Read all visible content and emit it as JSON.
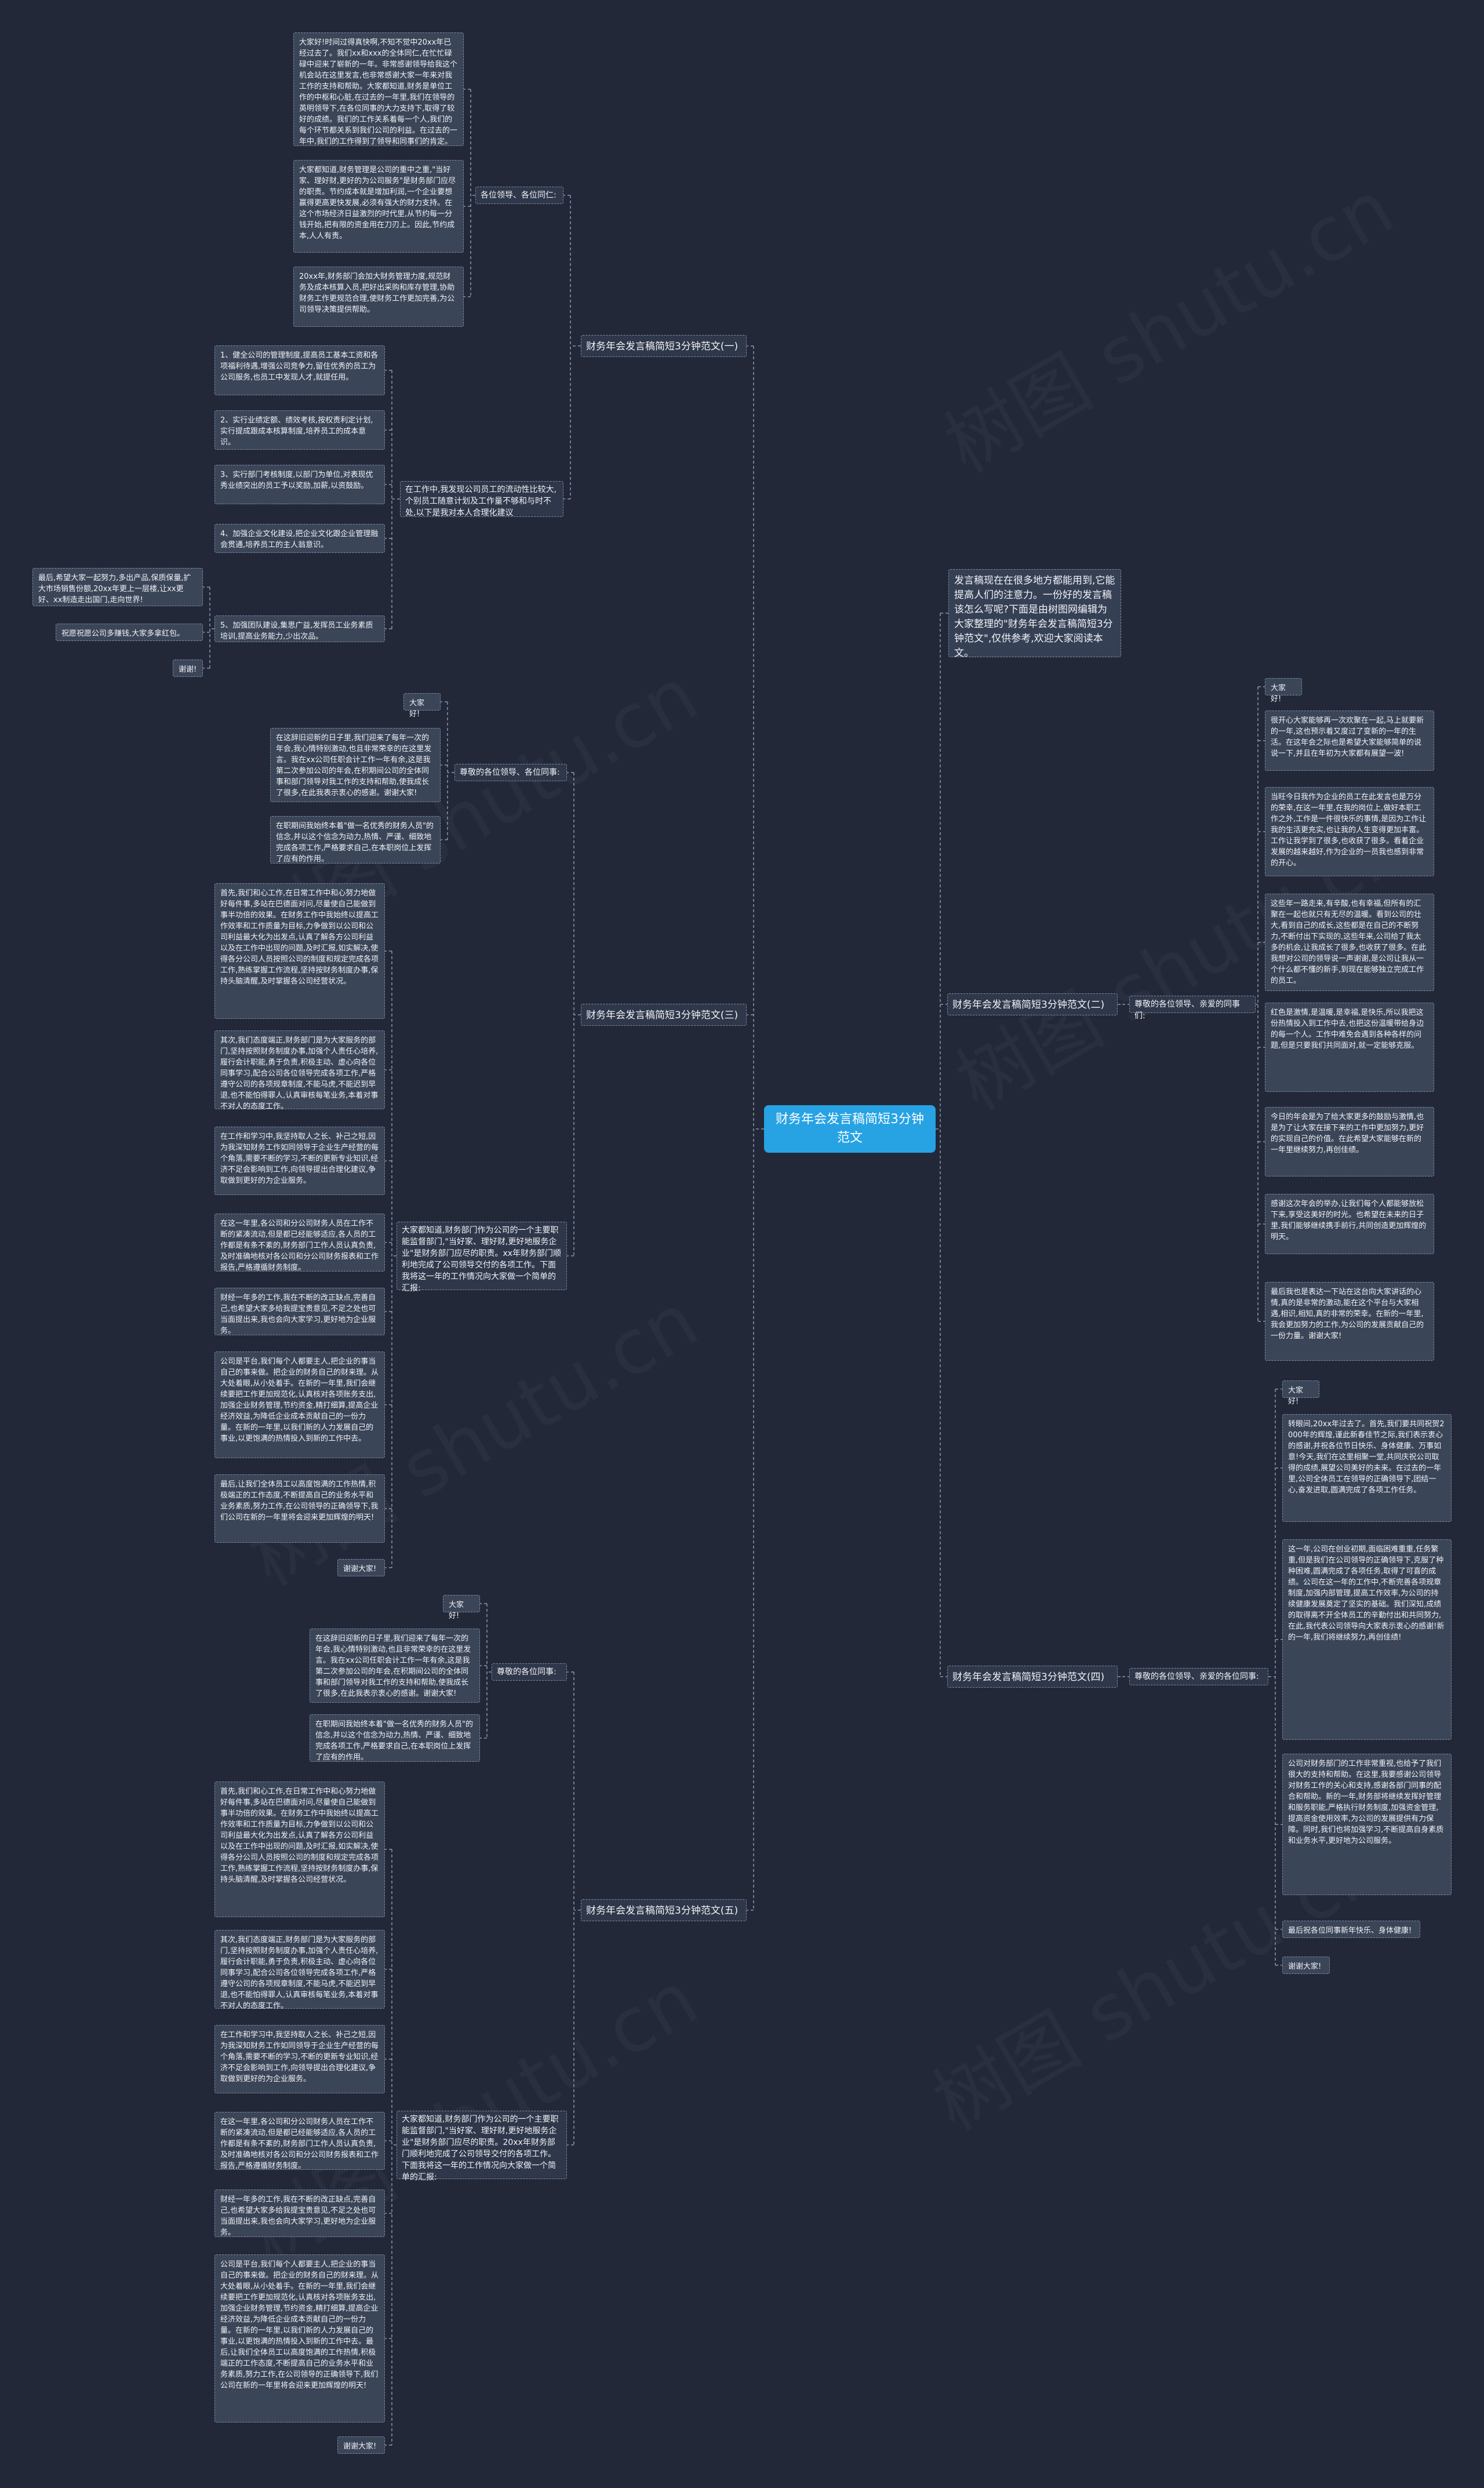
{
  "root": "财务年会发言稿简短3分钟范文",
  "intro": "发言稿现在在很多地方都能用到,它能提高人们的注意力。一份好的发言稿该怎么写呢?下面是由树图网编辑为大家整理的\"财务年会发言稿简短3分钟范文\",仅供参考,欢迎大家阅读本文。",
  "watermark": "树图 shutu.cn",
  "b1": {
    "title": "财务年会发言稿简短3分钟范文(一)",
    "g1": {
      "label": "各位领导、各位同仁:",
      "items": [
        "大家好!时间过得真快啊,不知不觉中20xx年已经过去了。我们xx和xxx的全体同仁,在忙忙碌碌中迎来了崭新的一年。非常感谢领导给我这个机会站在这里发言,也非常感谢大家一年来对我工作的支持和帮助。大家都知道,财务是单位工作的中枢和心脏,在过去的一年里,我们在领导的英明领导下,在各位同事的大力支持下,取得了较好的成绩。我们的工作关系着每一个人,我们的每个环节都关系到我们公司的利益。在过去的一年中,我们的工作得到了领导和同事们的肯定。",
        "大家都知道,财务管理是公司的重中之重,\"当好家、理好财,更好的为公司服务\"是财务部门应尽的职责。节约成本就是增加利润,一个企业要想赢得更高更快发展,必须有强大的财力支持。在这个市场经济日益激烈的时代里,从节约每一分钱开始,把有限的资金用在刀刃上。因此,节约成本,人人有责。",
        "20xx年,财务部门会加大财务管理力度,规范财务及成本核算入员,把好出采购和库存管理,协助财务工作更规范合理,使财务工作更加完善,为公司领导决策提供帮助。"
      ]
    },
    "g2": {
      "label": "在工作中,我发现公司员工的流动性比较大,个别员工随意计划及工作量不够和与时不处,以下是我对本人合理化建议",
      "items": [
        "1、健全公司的管理制度,提高员工基本工资和各项福利待遇,增强公司竞争力,留住优秀的员工为公司服务,也员工中发现人才,就提任用。",
        "2、实行业绩定额、绩效考核,按权责利定计划,实行提成跟成本核算制度,培养员工的成本意识。",
        "3、实行部门考核制度,以部门为单位,对表现优秀业绩突出的员工予以奖励,加薪,以资鼓励。",
        "4、加强企业文化建设,把企业文化跟企业管理融会贯通,培养员工的主人翁意识。",
        "5、加强团队建设,集思广益,发挥员工业务素质培训,提高业务能力,少出次品。"
      ],
      "sub": [
        "最后,希望大家一起努力,多出产品,保质保量,扩大市场销售份额,20xx年更上一层楼,让xx更好、xx制造走出国门,走向世界!",
        "祝愿祝愿公司多赚钱,大家多拿红包。",
        "谢谢!"
      ]
    }
  },
  "b2": {
    "title": "财务年会发言稿简短3分钟范文(二)",
    "label": "尊敬的各位领导、亲爱的同事们:",
    "items": [
      "大家好!",
      "很开心大家能够再一次欢聚在一起,马上就要新的一年,这也预示着又度过了变新的一年的生活。在这年会之际也是希望大家能够简单的说说一下,并且在年初为大家都有展望一波!",
      "当旺今日我作为企业的员工在此发言也是万分的荣幸,在这一年里,在我的岗位上,做好本职工作之外,工作是一件很快乐的事情,是因为工作让我的生活更充实,也让我的人生变得更加丰富。工作让我学到了很多,也收获了很多。看着企业发展的越来越好,作为企业的一员我也感到非常的开心。",
      "这些年一路走来,有辛酸,也有幸福,但所有的汇聚在一起也就只有无尽的温暖。看到公司的壮大,看到自己的成长,这些都是在自己的不断努力,不断付出下实现的,这些年来,公司给了我太多的机会,让我成长了很多,也收获了很多。在此我想对公司的领导说一声谢谢,是公司让我从一个什么都不懂的新手,到现在能够独立完成工作的员工。",
      "红色是激情,是温暖,是幸福,是快乐,所以我把这份热情投入到工作中去,也把这份温暖带给身边的每一个人。工作中难免会遇到各种各样的问题,但是只要我们共同面对,就一定能够克服。",
      "今日的年会是为了给大家更多的鼓励与激情,也是为了让大家在接下来的工作中更加努力,更好的实现自己的价值。在此希望大家能够在新的一年里继续努力,再创佳绩。",
      "感谢这次年会的举办,让我们每个人都能够放松下来,享受这美好的时光。也希望在未来的日子里,我们能够继续携手前行,共同创造更加辉煌的明天。",
      "最后我也是表达一下站在这台向大家讲话的心情,真的是非常的激动,能在这个平台与大家相遇,相识,相知,真的非常的荣幸。在新的一年里,我会更加努力的工作,为公司的发展贡献自己的一份力量。谢谢大家!"
    ]
  },
  "b3": {
    "title": "财务年会发言稿简短3分钟范文(三)",
    "g1": {
      "label": "尊敬的各位领导、各位同事:",
      "items": [
        "大家好!",
        "在这辞旧迎新的日子里,我们迎来了每年一次的年会,我心情特别激动,也且非常荣幸的在这里发言。我在xx公司任职会计工作一年有余,这是我第二次参加公司的年会,在积期间公司的全体同事和部门领导对我工作的支持和帮助,使我成长了很多,在此我表示衷心的感谢。谢谢大家!",
        "在职期间我始终本着\"做一名优秀的财务人员\"的信念,并以这个信念为动力,热情、严谨、细致地完成各项工作,严格要求自己,在本职岗位上发挥了应有的作用。"
      ]
    },
    "g2": {
      "label": "大家都知道,财务部门作为公司的一个主要职能监督部门,\"当好家、理好财,更好地服务企业\"是财务部门应尽的职责。xx年财务部门顺利地完成了公司领导交付的各项工作。下面我将这一年的工作情况向大家做一个简单的汇报:",
      "items": [
        "首先,我们和心工作,在日常工作中和心努力地做好每件事,多站在巴德面对问,尽量使自己能做到事半功倍的效果。在财务工作中我始终以提高工作效率和工作质量为目标,力争做到以公司和公司利益最大化为出发点,认真了解各方公司利益以及在工作中出现的问题,及时汇报,如实解决,使得各分公司人员按照公司的制度和规定完成各项工作,熟练掌握工作流程,坚持按财务制度办事,保持头脑清醒,及时掌握各公司经营状况。",
        "其次,我们态度端正,财务部门是为大家服务的部门,坚持按照财务制度办事,加强个人责任心培养,履行会计职能,勇于负责,积极主动、虚心向各位同事学习,配合公司各位领导完成各项工作,严格遵守公司的各项规章制度,不能马虎,不能迟到早退,也不能怕得罪人,认真审核每笔业务,本着对事不对人的态度工作。",
        "在工作和学习中,我坚持取人之长、补己之短,因为我深知财务工作如同领导于企业生产经营的每个角落,需要不断的学习,不断的更新专业知识,经济不足会影响到工作,向领导提出合理化建议,争取做到更好的为企业服务。",
        "在这一年里,各公司和分公司财务人员在工作不断的紧凑流动,但是都已经能够适应,各人员的工作都是有条不紊的,财务部门工作人员认真负责,及时准确地核对各公司和分公司财务报表和工作报告,严格遵循财务制度。",
        "财经一年多的工作,我在不断的改正缺点,完善自己,也希望大家多给我提宝贵意见,不足之处也可当面提出来,我也会向大家学习,更好地为企业服务。",
        "公司是平台,我们每个人都要主人,把企业的事当自己的事来做。把企业的财务自己的财来理。从大处着眼,从小处着手。在新的一年里,我们会继续要把工作更加规范化,认真核对各项账务支出,加强企业财务管理,节约资金,精打细算,提高企业经济效益,为降低企业成本贡献自己的一份力量。在新的一年里,以我们新的人力发展自己的事业,以更饱满的热情投入到新的工作中去。",
        "最后,让我们全体员工以高度饱满的工作热情,积极端正的工作态度,不断提高自己的业务水平和业务素质,努力工作,在公司领导的正确领导下,我们公司在新的一年里将会迎来更加辉煌的明天!",
        "谢谢大家!"
      ]
    }
  },
  "b4": {
    "title": "财务年会发言稿简短3分钟范文(四)",
    "label": "尊敬的各位领导、亲爱的各位同事:",
    "items": [
      "大家好!",
      "转眼间,20xx年过去了。首先,我们要共同祝贺2000年的辉煌,谨此新春佳节之际,我们表示衷心的感谢,并祝各位节日快乐、身体健康、万事如意!今天,我们在这里相聚一堂,共同庆祝公司取得的成绩,展望公司美好的未来。在过去的一年里,公司全体员工在领导的正确领导下,团结一心,奋发进取,圆满完成了各项工作任务。",
      "这一年,公司在创业初期,面临困难重重,任务繁重,但是我们在公司领导的正确领导下,克服了种种困难,圆满完成了各项任务,取得了可喜的成绩。公司在这一年的工作中,不断完善各项规章制度,加强内部管理,提高工作效率,为公司的持续健康发展奠定了坚实的基础。我们深知,成绩的取得离不开全体员工的辛勤付出和共同努力,在此,我代表公司领导向大家表示衷心的感谢!新的一年,我们将继续努力,再创佳绩!",
      "公司对财务部门的工作非常重视,也给予了我们很大的支持和帮助。在这里,我要感谢公司领导对财务工作的关心和支持,感谢各部门同事的配合和帮助。新的一年,财务部将继续发挥好管理和服务职能,严格执行财务制度,加强资金管理,提高资金使用效率,为公司的发展提供有力保障。同时,我们也将加强学习,不断提高自身素质和业务水平,更好地为公司服务。",
      "最后祝各位同事新年快乐、身体健康!",
      "谢谢大家!"
    ]
  },
  "b5": {
    "title": "财务年会发言稿简短3分钟范文(五)",
    "g1": {
      "label": "尊敬的各位同事:",
      "items": [
        "大家好!",
        "在这辞旧迎新的日子里,我们迎来了每年一次的年会,我心情特别激动,也且非常荣幸的在这里发言。我在xx公司任职会计工作一年有余,这是我第二次参加公司的年会,在积期间公司的全体同事和部门领导对我工作的支持和帮助,使我成长了很多,在此我表示衷心的感谢。谢谢大家!",
        "在职期间我始终本着\"做一名优秀的财务人员\"的信念,并以这个信念为动力,热情、严谨、细致地完成各项工作,严格要求自己,在本职岗位上发挥了应有的作用。"
      ]
    },
    "g2": {
      "label": "大家都知道,财务部门作为公司的一个主要职能监督部门,\"当好家、理好财,更好地服务企业\"是财务部门应尽的职责。20xx年财务部门顺利地完成了公司领导交付的各项工作。下面我将这一年的工作情况向大家做一个简单的汇报:",
      "items": [
        "首先,我们和心工作,在日常工作中和心努力地做好每件事,多站在巴德面对问,尽量使自己能做到事半功倍的效果。在财务工作中我始终以提高工作效率和工作质量为目标,力争做到以公司和公司利益最大化为出发点,认真了解各方公司利益以及在工作中出现的问题,及时汇报,如实解决,使得各分公司人员按照公司的制度和规定完成各项工作,熟练掌握工作流程,坚持按财务制度办事,保持头脑清醒,及时掌握各公司经营状况。",
        "其次,我们态度端正,财务部门是为大家服务的部门,坚持按照财务制度办事,加强个人责任心培养,履行会计职能,勇于负责,积极主动、虚心向各位同事学习,配合公司各位领导完成各项工作,严格遵守公司的各项规章制度,不能马虎,不能迟到早退,也不能怕得罪人,认真审核每笔业务,本着对事不对人的态度工作。",
        "在工作和学习中,我坚持取人之长、补己之短,因为我深知财务工作如同领导于企业生产经营的每个角落,需要不断的学习,不断的更新专业知识,经济不足会影响到工作,向领导提出合理化建议,争取做到更好的为企业服务。",
        "在这一年里,各公司和分公司财务人员在工作不断的紧凑流动,但是都已经能够适应,各人员的工作都是有条不紊的,财务部门工作人员认真负责,及时准确地核对各公司和分公司财务报表和工作报告,严格遵循财务制度。",
        "财经一年多的工作,我在不断的改正缺点,完善自己,也希望大家多给我提宝贵意见,不足之处也可当面提出来,我也会向大家学习,更好地为企业服务。",
        "公司是平台,我们每个人都要主人,把企业的事当自己的事来做。把企业的财务自己的财来理。从大处着眼,从小处着手。在新的一年里,我们会继续要把工作更加规范化,认真核对各项账务支出,加强企业财务管理,节约资金,精打细算,提高企业经济效益,为降低企业成本贡献自己的一份力量。在新的一年里,以我们新的人力发展自己的事业,以更饱满的热情投入到新的工作中去。最后,让我们全体员工以高度饱满的工作热情,积极端正的工作态度,不断提高自己的业务水平和业务素质,努力工作,在公司领导的正确领导下,我们公司在新的一年里将会迎来更加辉煌的明天!",
        "谢谢大家!"
      ]
    }
  }
}
